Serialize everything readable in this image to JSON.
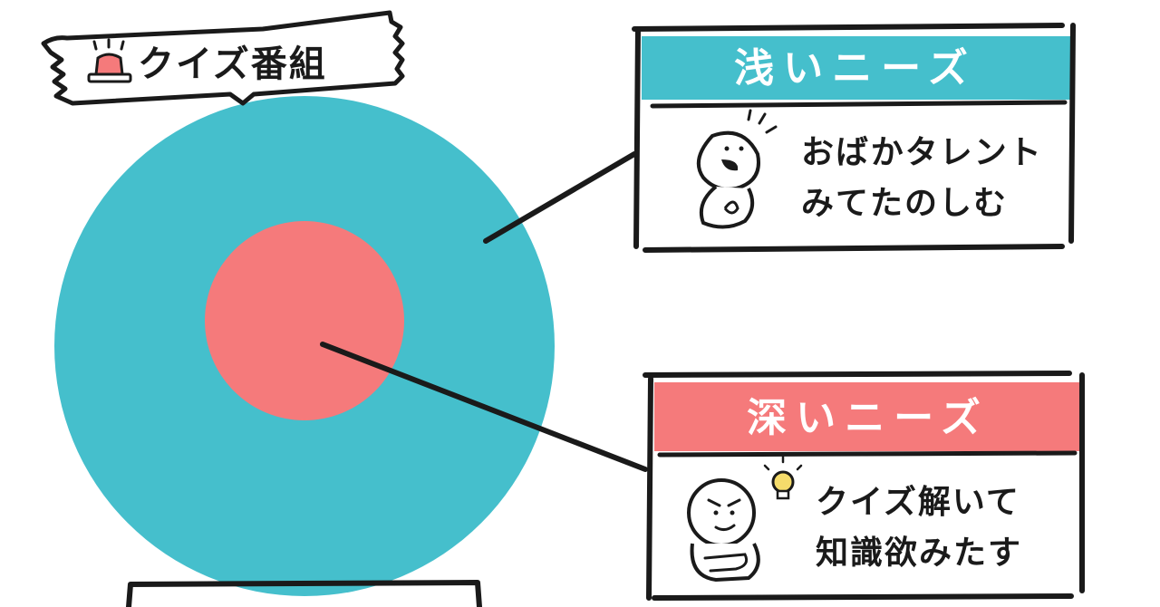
{
  "title_tag": {
    "text": "クイズ番組"
  },
  "shallow_needs": {
    "header": "浅いニーズ",
    "line1": "おばかタレント",
    "line2": "みてたのしむ",
    "color": "#45BFCC"
  },
  "deep_needs": {
    "header": "深いニーズ",
    "line1": "クイズ解いて",
    "line2": "知識欲みたす",
    "color": "#F57A7B"
  },
  "colors": {
    "outer_circle": "#45BFCC",
    "inner_circle": "#F57A7B",
    "ink": "#1a1a1a",
    "bulb": "#F5DC6B"
  },
  "icons": {
    "title_icon": "siren-icon",
    "shallow_icon": "laughing-person-icon",
    "deep_icon": "thinking-person-icon",
    "idea_icon": "lightbulb-icon"
  }
}
